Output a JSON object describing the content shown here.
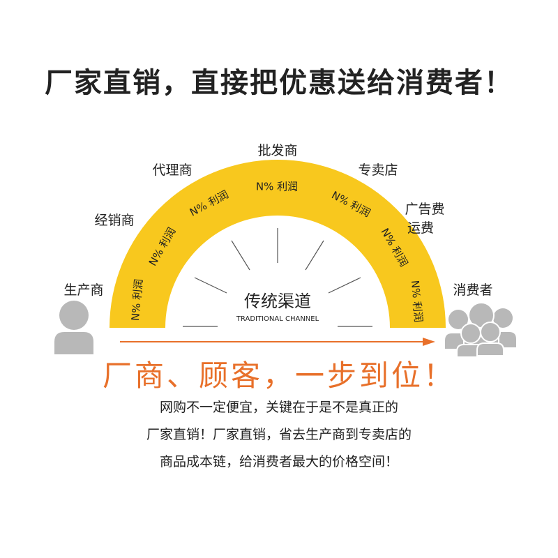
{
  "title": "厂家直销，直接把优惠送给消费者！",
  "stages": {
    "producer": "生产商",
    "distributor": "经销商",
    "agent": "代理商",
    "wholesaler": "批发商",
    "store": "专卖店",
    "ad_fee": "广告费",
    "shipping_fee": "运费",
    "consumer": "消费者"
  },
  "profit_label": "N% 利润",
  "center": {
    "title": "传统渠道",
    "subtitle": "TRADITIONAL CHANNEL"
  },
  "slogan": "厂商、顾客，一步到位！",
  "description": [
    "网购不一定便宜，关键在于是不是真正的",
    "厂家直销！厂家直销，省去生产商到专卖店的",
    "商品成本链，给消费者最大的价格空间！"
  ],
  "colors": {
    "arc": "#F8C81E",
    "slogan": "#E8702A",
    "arrow": "#E8702A",
    "icon": "#B8B8B8",
    "text": "#222222",
    "ray": "#555555"
  }
}
